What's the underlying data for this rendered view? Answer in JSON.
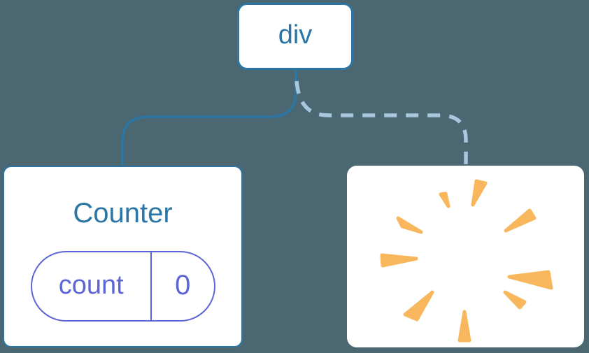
{
  "colors": {
    "background": "#4A6772",
    "node_fill": "#FFFFFF",
    "tree_blue": "#2B76A4",
    "dashed_blue": "#A8C7DF",
    "state_purple": "#5E66D6",
    "poof_orange": "#F8B75D"
  },
  "tree": {
    "root": {
      "label": "div"
    },
    "left_child": {
      "title": "Counter",
      "state": {
        "key": "count",
        "value": "0"
      }
    },
    "right_child": {
      "icon": "poof-starburst-icon",
      "meaning": "removed-component-poof"
    }
  }
}
